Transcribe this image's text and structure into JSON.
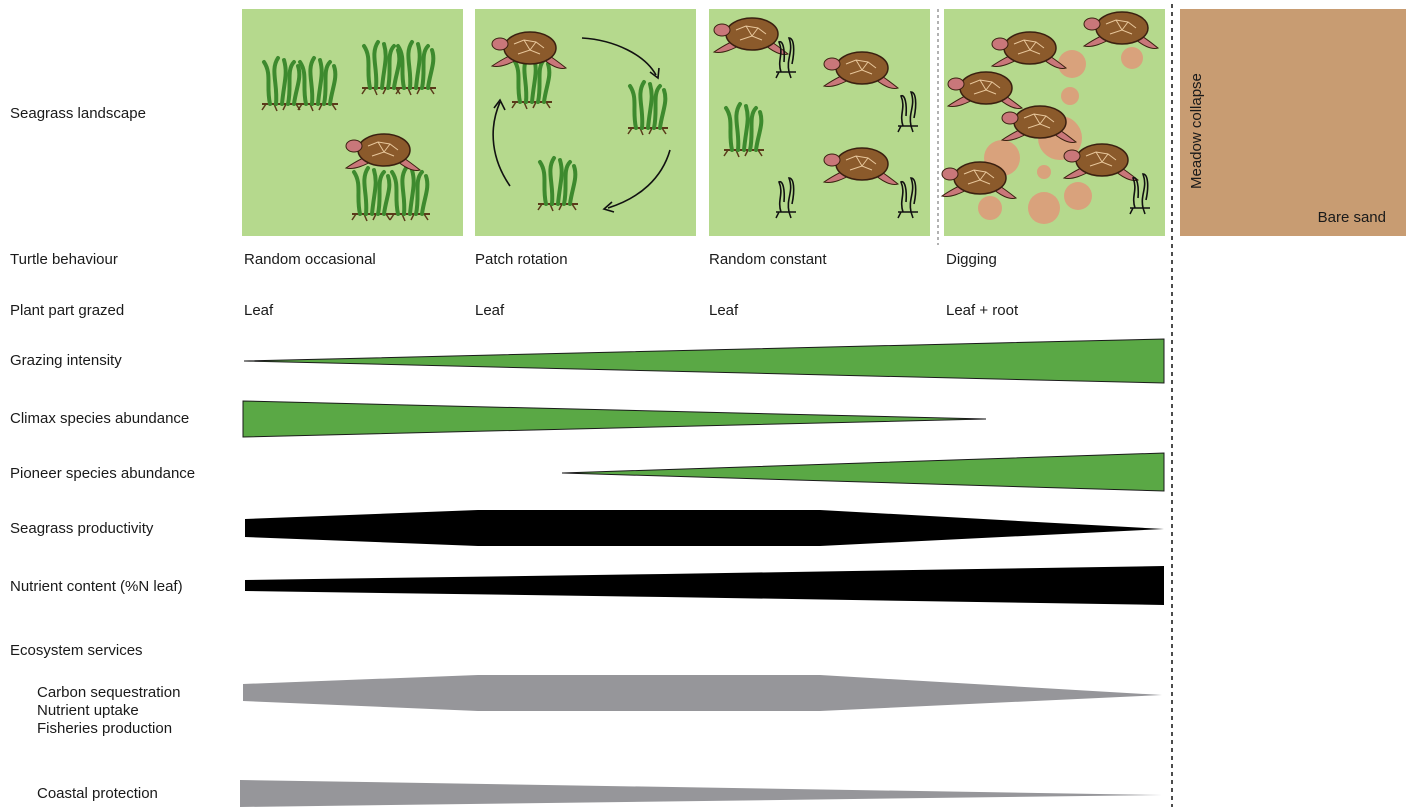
{
  "rows": {
    "landscape": "Seagrass landscape",
    "behaviour": "Turtle behaviour",
    "part": "Plant part grazed",
    "intensity": "Grazing intensity",
    "climax": "Climax species abundance",
    "pioneer": "Pioneer species abundance",
    "productivity": "Seagrass productivity",
    "nutrient": "Nutrient content (%N leaf)",
    "services": "Ecosystem services",
    "service_group": [
      "Carbon sequestration",
      "Nutrient uptake",
      "Fisheries production"
    ],
    "coastal": "Coastal protection"
  },
  "columns": [
    {
      "behaviour": "Random occasional",
      "part": "Leaf"
    },
    {
      "behaviour": "Patch rotation",
      "part": "Leaf"
    },
    {
      "behaviour": "Random constant",
      "part": "Leaf"
    },
    {
      "behaviour": "Digging",
      "part": "Leaf + root"
    }
  ],
  "collapse": {
    "vertical_label": "Meadow collapse",
    "sand_label": "Bare sand"
  },
  "colors": {
    "panel": "#b5d98d",
    "sand": "#c89c72",
    "green_wedge": "#5aa845",
    "black_wedge": "#000000",
    "grey_wedge": "#96969a",
    "turtle": "#8b5a2b",
    "seagrass": "#3d8a2e"
  }
}
